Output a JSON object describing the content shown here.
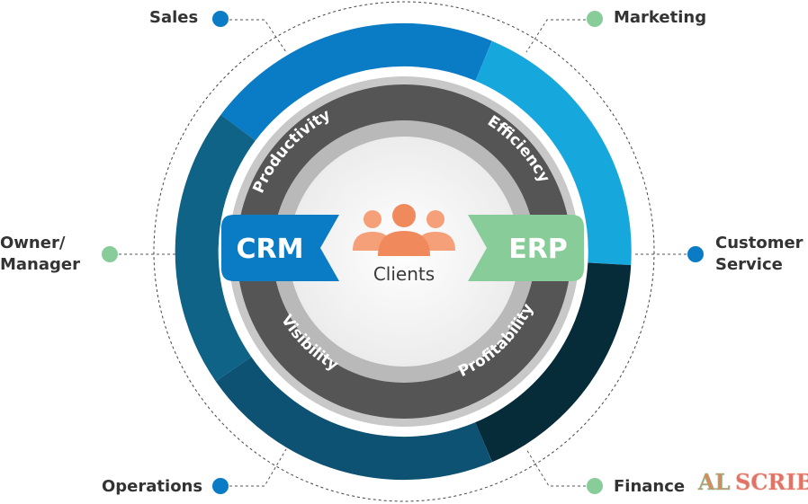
{
  "center": {
    "label": "Clients"
  },
  "systems": {
    "left": "CRM",
    "right": "ERP"
  },
  "benefits": {
    "top_left": "Productivity",
    "top_right": "Efficiency",
    "bottom_left": "Visibility",
    "bottom_right": "Profitability"
  },
  "departments": {
    "sales": "Sales",
    "marketing": "Marketing",
    "owner_manager": "Owner/\nManager",
    "customer_service": "Customer\nService",
    "operations": "Operations",
    "finance": "Finance"
  },
  "watermark": {
    "prefix": "AL",
    "suffix": "SCRIBE"
  },
  "colors": {
    "blue": "#0a7bc5",
    "light_blue": "#16a7dd",
    "dark_teal": "#0d5272",
    "navy": "#062b39",
    "green": "#88cc99",
    "gray_band": "#555555",
    "clients_icon": "#f08a5d"
  },
  "icons": {
    "clients": "people-group-icon"
  }
}
